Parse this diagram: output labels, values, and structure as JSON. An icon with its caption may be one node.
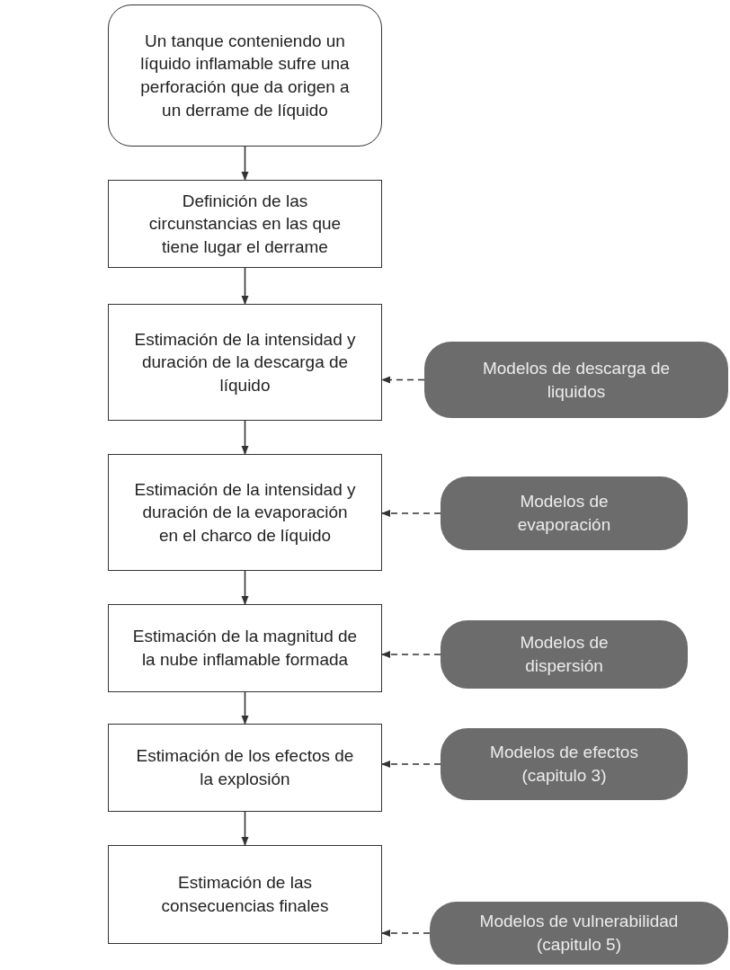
{
  "diagram": {
    "nodes": [
      {
        "text": [
          "Un tanque conteniendo un líquido inflamable sufre una perforación que da origen a un derrame de líquido"
        ]
      },
      {
        "text": [
          "Definición de las circunstancias en las que tiene lugar el derrame"
        ]
      },
      {
        "text": [
          "Estimación de la intensidad y duración de la descarga de líquido"
        ]
      },
      {
        "text": [
          "Modelos de descarga de liquidos"
        ]
      },
      {
        "text": [
          "Estimación de la intensidad y duración de la evaporación en el charco de líquido"
        ]
      },
      {
        "text": [
          "Modelos de evaporación"
        ]
      },
      {
        "text": [
          "Estimación de la magnitud de la nube inflamable formada"
        ]
      },
      {
        "text": [
          "Modelos de dispersión"
        ]
      },
      {
        "text": [
          "Estimación de los efectos de la explosión"
        ]
      },
      {
        "text": [
          "Modelos de efectos (capitulo 3)"
        ]
      },
      {
        "text": [
          "Estimación de las consecuencias finales"
        ]
      },
      {
        "text": [
          "Modelos de vulnerabilidad (capitulo 5)"
        ]
      }
    ],
    "edges": [
      {
        "from": 0,
        "to": 1,
        "arrow": "to"
      },
      {
        "from": 1,
        "to": 2,
        "arrow": "to"
      },
      {
        "from": 3,
        "to": 2,
        "arrow": "to",
        "style": "dashed"
      },
      {
        "from": 2,
        "to": 4,
        "arrow": "to"
      },
      {
        "from": 5,
        "to": 4,
        "arrow": "to",
        "style": "dashed"
      },
      {
        "from": 4,
        "to": 6,
        "arrow": "to"
      },
      {
        "from": 7,
        "to": 6,
        "arrow": "to",
        "style": "dashed"
      },
      {
        "from": 6,
        "to": 8,
        "arrow": "to"
      },
      {
        "from": 9,
        "to": 8,
        "arrow": "to",
        "style": "dashed"
      },
      {
        "from": 8,
        "to": 10,
        "arrow": "to"
      },
      {
        "from": 11,
        "to": 10,
        "arrow": "to",
        "style": "dashed"
      }
    ]
  }
}
